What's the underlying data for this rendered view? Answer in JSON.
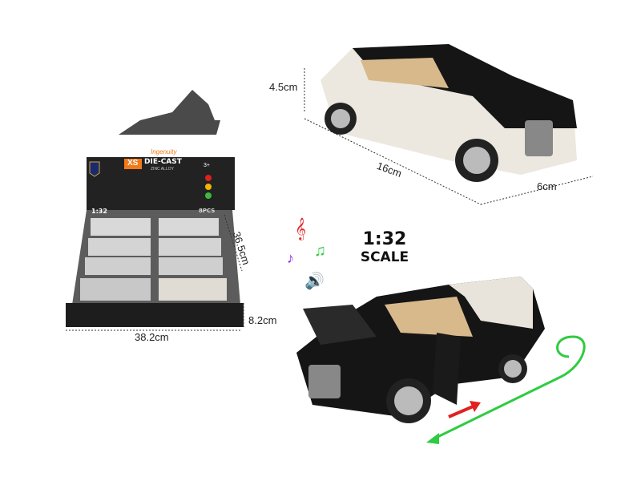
{
  "display_box": {
    "brand_mark": "XS",
    "tagline": "Ingenuity",
    "product_line": "DIE-CAST",
    "material": "ZINC ALLOY",
    "age_badge": "3+",
    "scale": "1:32",
    "count": "8PCS",
    "width_label": "38.2cm",
    "height_label": "36.5cm",
    "depth_label": "8.2cm"
  },
  "top_car": {
    "height_label": "4.5cm",
    "length_label": "16cm",
    "width_label": "6cm",
    "colors": {
      "body_top": "#151515",
      "body_bottom": "#ece8df",
      "interior": "#d8b98c"
    }
  },
  "scale_badge": {
    "ratio": "1:32",
    "word": "SCALE"
  },
  "feature_icons": [
    "music-note-red",
    "music-note-purple",
    "music-note-green",
    "speaker-sound-icon"
  ],
  "bottom_car": {
    "colors": {
      "body_top": "#151515",
      "body_bottom": "#1a1a1a",
      "roof_rear": "#e8e4dc",
      "interior": "#d8b98c"
    },
    "arrows": {
      "pull_back": "#e02020",
      "motion": "#2ecc40"
    }
  }
}
